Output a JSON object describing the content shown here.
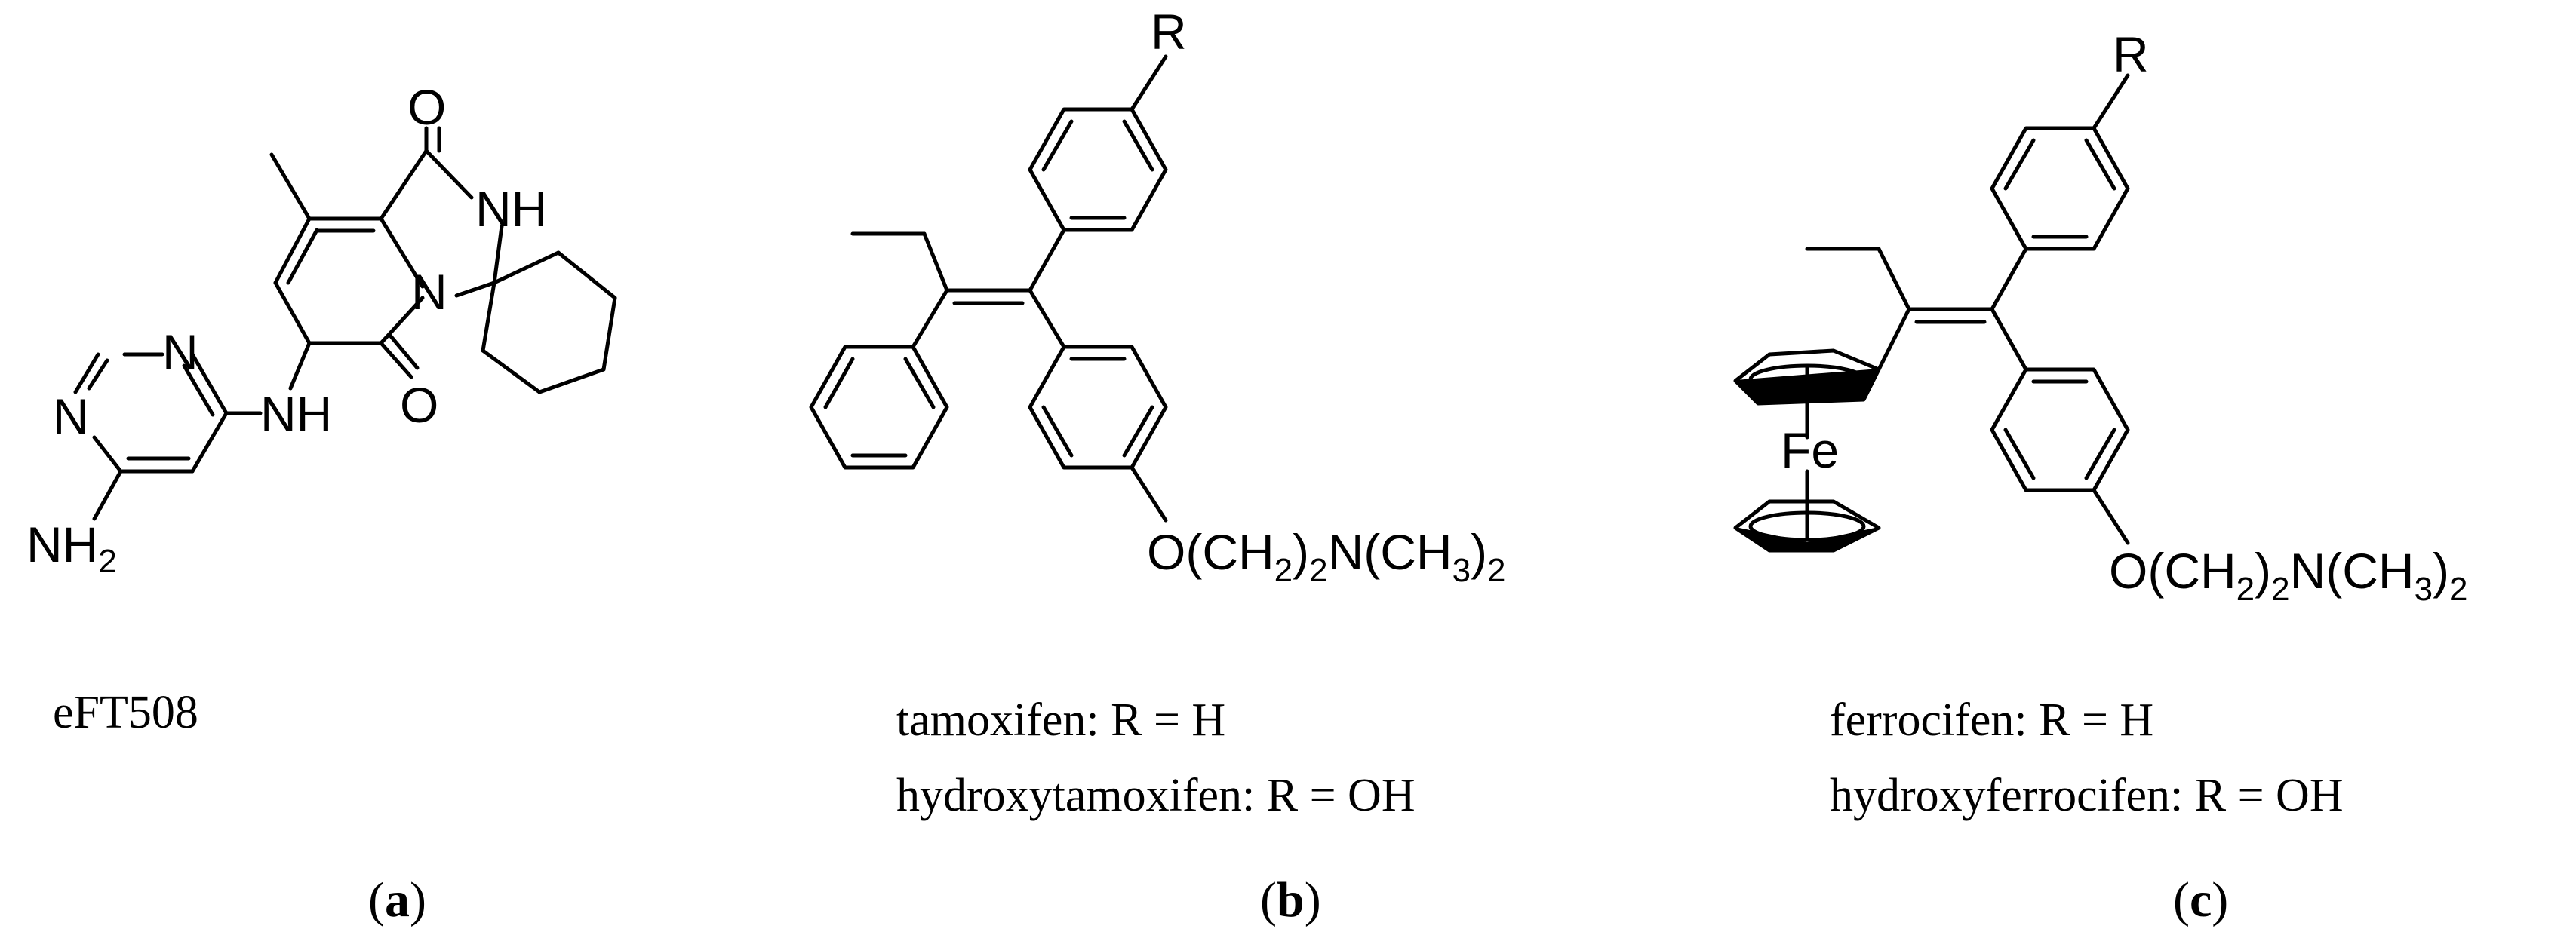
{
  "molecules": {
    "a": {
      "name": "eFT508",
      "atoms": {
        "o1": "O",
        "nh1": "NH",
        "n_ring": "N",
        "o2": "O",
        "nh2": "NH",
        "n_pyr1": "N",
        "n_pyr2": "N",
        "nh2_group_n": "NH",
        "nh2_group_sub": "2"
      },
      "panel": {
        "open": "(",
        "letter": "a",
        "close": ")"
      }
    },
    "b": {
      "caption_line1": "tamoxifen: R = H",
      "caption_line2": "hydroxytamoxifen: R = OH",
      "r_label": "R",
      "side_chain": {
        "p1": "O(CH",
        "s1": "2",
        "p2": ")",
        "s2": "2",
        "p3": "N(CH",
        "s3": "3",
        "p4": ")",
        "s4": "2"
      },
      "panel": {
        "open": "(",
        "letter": "b",
        "close": ")"
      }
    },
    "c": {
      "caption_line1": "ferrocifen: R = H",
      "caption_line2": "hydroxyferrocifen: R = OH",
      "r_label": "R",
      "metal": "Fe",
      "side_chain": {
        "p1": "O(CH",
        "s1": "2",
        "p2": ")",
        "s2": "2",
        "p3": "N(CH",
        "s3": "3",
        "p4": ")",
        "s4": "2"
      },
      "panel": {
        "open": "(",
        "letter": "c",
        "close": ")"
      }
    }
  }
}
